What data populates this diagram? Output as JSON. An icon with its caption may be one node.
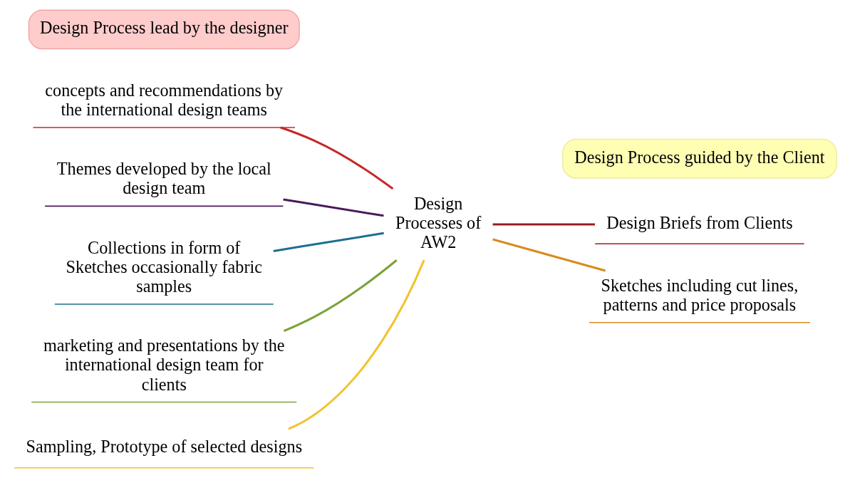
{
  "diagram": {
    "nodes": [
      {
        "text": [
          "Design Process lead by the designer"
        ]
      },
      {
        "text": [
          "Design Process guided by the Client"
        ]
      },
      {
        "text": [
          "Design Processes of AW2"
        ]
      },
      {
        "text": [
          "concepts and recommendations by the international design teams"
        ]
      },
      {
        "text": [
          "Themes developed by the local design team"
        ]
      },
      {
        "text": [
          "Collections in form of Sketches occasionally fabric samples"
        ]
      },
      {
        "text": [
          "marketing and presentations by the international design team for clients"
        ]
      },
      {
        "text": [
          "Sampling, Prototype of selected designs"
        ]
      },
      {
        "text": [
          "Design Briefs from Clients"
        ]
      },
      {
        "text": [
          "Sketches including cut lines, patterns and price proposals"
        ]
      }
    ],
    "edges": [
      {
        "from": 2,
        "to": 3,
        "arrow": "none",
        "color": "#c62828"
      },
      {
        "from": 2,
        "to": 4,
        "arrow": "none",
        "color": "#4a1a5c"
      },
      {
        "from": 2,
        "to": 5,
        "arrow": "none",
        "color": "#1b6f8f"
      },
      {
        "from": 2,
        "to": 6,
        "arrow": "none",
        "color": "#7ba23a"
      },
      {
        "from": 2,
        "to": 7,
        "arrow": "none",
        "color": "#f2c230"
      },
      {
        "from": 2,
        "to": 8,
        "arrow": "none",
        "color": "#9b1c1c"
      },
      {
        "from": 2,
        "to": 9,
        "arrow": "none",
        "color": "#d98a1e"
      }
    ]
  }
}
